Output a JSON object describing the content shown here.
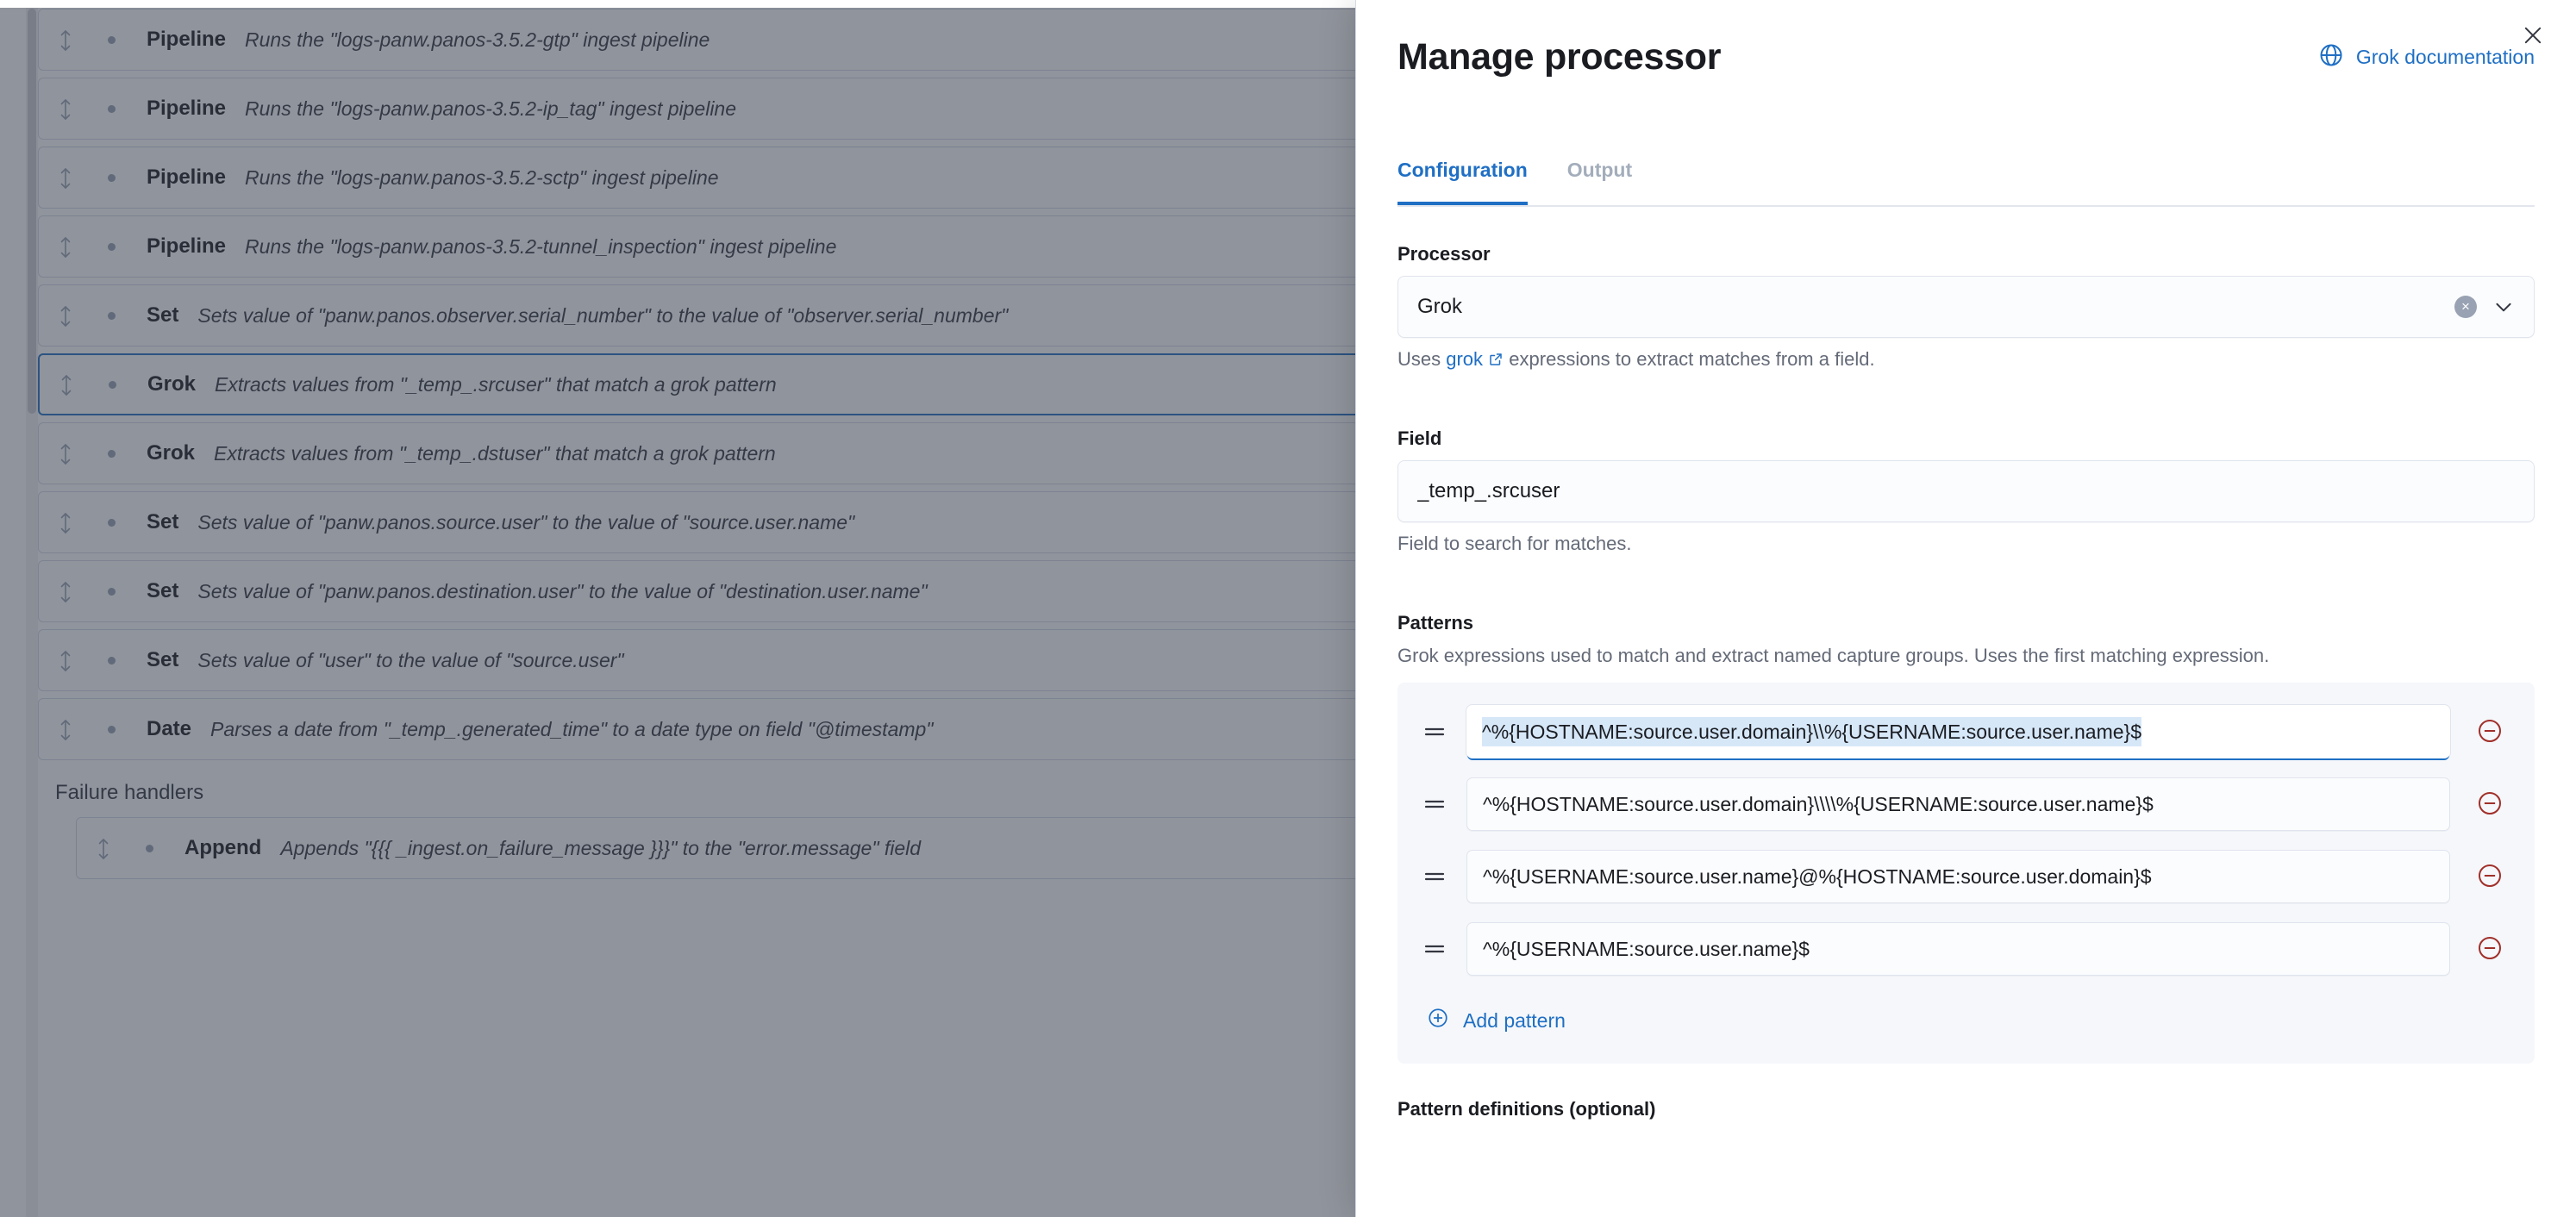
{
  "background": {
    "failure_handlers_label": "Failure handlers",
    "processors": [
      {
        "type": "Pipeline",
        "description": "Runs the \"logs-panw.panos-3.5.2-gtp\" ingest pipeline",
        "selected": false,
        "nested": false
      },
      {
        "type": "Pipeline",
        "description": "Runs the \"logs-panw.panos-3.5.2-ip_tag\" ingest pipeline",
        "selected": false,
        "nested": false
      },
      {
        "type": "Pipeline",
        "description": "Runs the \"logs-panw.panos-3.5.2-sctp\" ingest pipeline",
        "selected": false,
        "nested": false
      },
      {
        "type": "Pipeline",
        "description": "Runs the \"logs-panw.panos-3.5.2-tunnel_inspection\" ingest pipeline",
        "selected": false,
        "nested": false
      },
      {
        "type": "Set",
        "description": "Sets value of \"panw.panos.observer.serial_number\" to the value of \"observer.serial_number\"",
        "selected": false,
        "nested": false
      },
      {
        "type": "Grok",
        "description": "Extracts values from \"_temp_.srcuser\" that match a grok pattern",
        "selected": true,
        "nested": false
      },
      {
        "type": "Grok",
        "description": "Extracts values from \"_temp_.dstuser\" that match a grok pattern",
        "selected": false,
        "nested": false
      },
      {
        "type": "Set",
        "description": "Sets value of \"panw.panos.source.user\" to the value of \"source.user.name\"",
        "selected": false,
        "nested": false
      },
      {
        "type": "Set",
        "description": "Sets value of \"panw.panos.destination.user\" to the value of \"destination.user.name\"",
        "selected": false,
        "nested": false
      },
      {
        "type": "Set",
        "description": "Sets value of \"user\" to the value of \"source.user\"",
        "selected": false,
        "nested": false
      },
      {
        "type": "Date",
        "description": "Parses a date from \"_temp_.generated_time\" to a date type on field \"@timestamp\"",
        "selected": false,
        "nested": false
      },
      {
        "type": "Append",
        "description": "Appends \"{{{ _ingest.on_failure_message }}}\" to the \"error.message\" field",
        "selected": false,
        "nested": true
      }
    ]
  },
  "flyout": {
    "title": "Manage processor",
    "doc_link_label": "Grok documentation",
    "doc_link_icon": "help-circle-icon",
    "close_icon": "close-icon",
    "tabs": [
      {
        "label": "Configuration",
        "active": true
      },
      {
        "label": "Output",
        "active": false
      }
    ],
    "processor_field": {
      "label": "Processor",
      "value": "Grok",
      "clear_label": "×",
      "help_prefix": "Uses ",
      "help_link": "grok",
      "help_suffix": " expressions to extract matches from a field."
    },
    "field_field": {
      "label": "Field",
      "value": "_temp_.srcuser",
      "placeholder": "",
      "help": "Field to search for matches."
    },
    "patterns": {
      "label": "Patterns",
      "help": "Grok expressions used to match and extract named capture groups. Uses the first matching expression.",
      "items": [
        {
          "value": "^%{HOSTNAME:source.user.domain}\\\\%{USERNAME:source.user.name}$",
          "focused": true,
          "selected_text": true
        },
        {
          "value": "^%{HOSTNAME:source.user.domain}\\\\\\\\%{USERNAME:source.user.name}$",
          "focused": false,
          "selected_text": false
        },
        {
          "value": "^%{USERNAME:source.user.name}@%{HOSTNAME:source.user.domain}$",
          "focused": false,
          "selected_text": false
        },
        {
          "value": "^%{USERNAME:source.user.name}$",
          "focused": false,
          "selected_text": false
        }
      ],
      "add_label": "Add pattern",
      "remove_icon": "minus-circle-icon",
      "drag_icon": "grip-handle-icon"
    },
    "pattern_definitions": {
      "label": "Pattern definitions (optional)"
    }
  },
  "colors": {
    "accent": "#1f6fc4",
    "danger": "#a12f2a",
    "panel_bg": "#f5f7fa",
    "text": "#1a1c21",
    "muted": "#646a77"
  }
}
